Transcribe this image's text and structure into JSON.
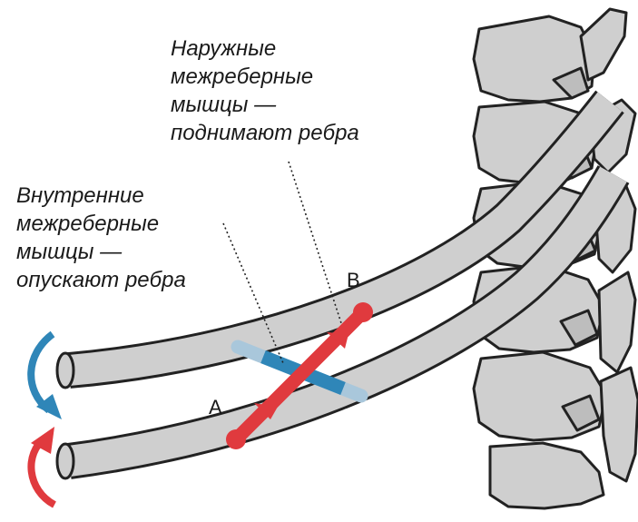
{
  "labels": {
    "external": {
      "line1": "Наружные",
      "line2": "межреберные",
      "line3": "мышцы —",
      "line4": "поднимают ребра"
    },
    "internal": {
      "line1": "Внутренние",
      "line2": "межреберные",
      "line3": "мышцы —",
      "line4": "опускают ребра"
    },
    "point_a": "A",
    "point_b": "B"
  },
  "colors": {
    "external_muscle": "#e03a3e",
    "internal_muscle": "#2f86b8",
    "downward_arrow": "#2f86b8",
    "upward_arrow": "#e03a3e",
    "bone_fill": "#cfcfcf",
    "bone_outline": "#222222"
  }
}
